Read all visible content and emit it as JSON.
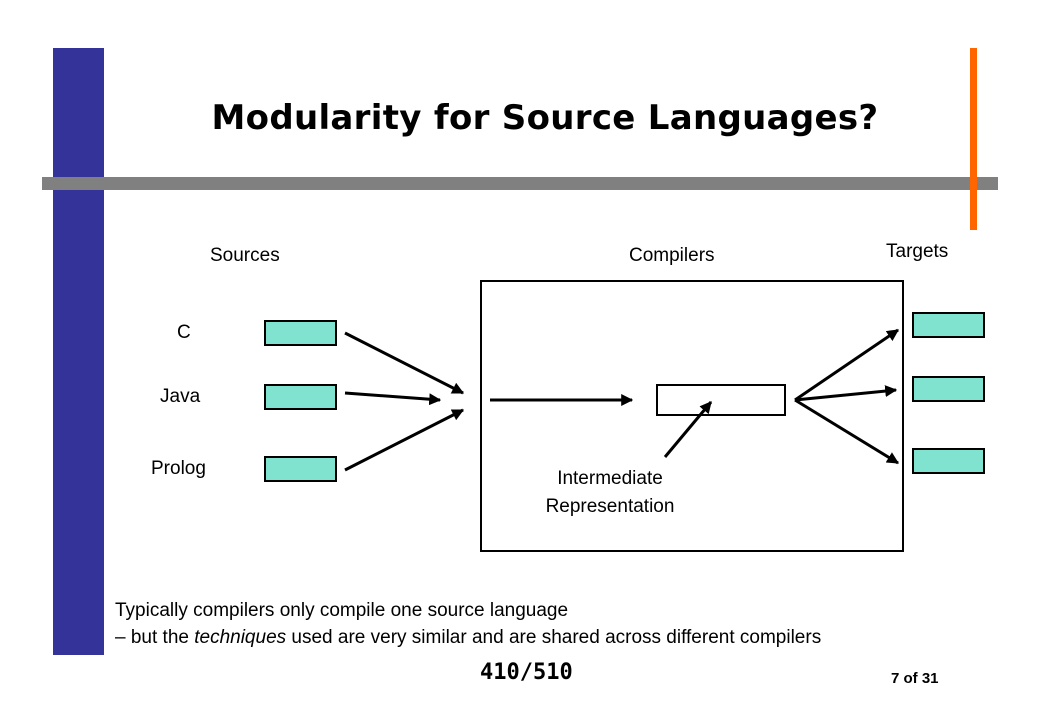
{
  "slide": {
    "title": "Modularity for Source Languages?",
    "footer_course": "410/510",
    "page_number": "7 of 31"
  },
  "diagram": {
    "headers": {
      "sources": "Sources",
      "compilers": "Compilers",
      "targets": "Targets"
    },
    "sources": [
      "C",
      "Java",
      "Prolog"
    ],
    "ir_label_line1": "Intermediate",
    "ir_label_line2": "Representation"
  },
  "note": {
    "line1": "Typically compilers only compile one source language",
    "line2_prefix": "– but the ",
    "line2_emphasis": "techniques",
    "line2_suffix": " used are very similar and are shared across different compilers"
  },
  "colors": {
    "left_bar": "#333399",
    "divider": "#808080",
    "accent": "#ff6600",
    "box_fill": "#7fe3cf"
  }
}
